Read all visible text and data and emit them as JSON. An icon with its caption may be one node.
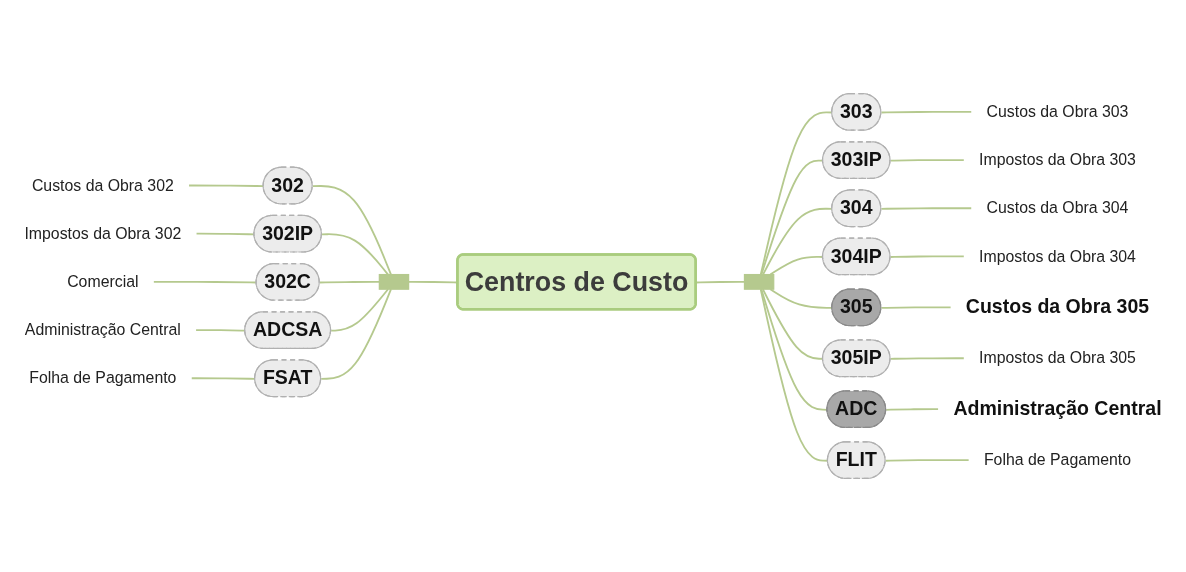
{
  "diagram": {
    "nodes": [
      {
        "text": [
          "Centros de Custo"
        ]
      },
      {
        "text": [],
        "shape": "bar"
      },
      {
        "text": [
          "303"
        ]
      },
      {
        "text": [
          "Custos da Obra 303"
        ]
      },
      {
        "text": [
          "303IP"
        ]
      },
      {
        "text": [
          "Impostos da Obra 303"
        ]
      },
      {
        "text": [
          "304"
        ]
      },
      {
        "text": [
          "Custos da Obra 304"
        ]
      },
      {
        "text": [
          "304IP"
        ]
      },
      {
        "text": [
          "Impostos da Obra 304"
        ]
      },
      {
        "text": [
          "305"
        ]
      },
      {
        "text": [
          "Custos da Obra 305"
        ]
      },
      {
        "text": [
          "305IP"
        ]
      },
      {
        "text": [
          "Impostos da Obra 305"
        ]
      },
      {
        "text": [
          "ADC"
        ]
      },
      {
        "text": [
          "Administração Central"
        ]
      },
      {
        "text": [
          "FLIT"
        ]
      },
      {
        "text": [
          "Folha de Pagamento"
        ]
      },
      {
        "text": [],
        "shape": "bar"
      },
      {
        "text": [
          "Custos da Obra 302"
        ]
      },
      {
        "text": [
          "302"
        ]
      },
      {
        "text": [
          "Impostos da Obra 302"
        ]
      },
      {
        "text": [
          "302IP"
        ]
      },
      {
        "text": [
          "Comercial"
        ]
      },
      {
        "text": [
          "302C"
        ]
      },
      {
        "text": [
          "Administração Central"
        ]
      },
      {
        "text": [
          "ADCSA"
        ]
      },
      {
        "text": [
          "Folha de Pagamento"
        ]
      },
      {
        "text": [
          "FSAT"
        ]
      }
    ],
    "edges": [
      {
        "from": 0,
        "to": 18,
        "arrow": "none"
      },
      {
        "from": 18,
        "to": 2,
        "arrow": "none"
      },
      {
        "from": 2,
        "to": 3,
        "arrow": "none"
      },
      {
        "from": 18,
        "to": 4,
        "arrow": "none"
      },
      {
        "from": 4,
        "to": 5,
        "arrow": "none"
      },
      {
        "from": 18,
        "to": 6,
        "arrow": "none"
      },
      {
        "from": 6,
        "to": 7,
        "arrow": "none"
      },
      {
        "from": 18,
        "to": 8,
        "arrow": "none"
      },
      {
        "from": 8,
        "to": 9,
        "arrow": "none"
      },
      {
        "from": 18,
        "to": 10,
        "arrow": "none"
      },
      {
        "from": 10,
        "to": 11,
        "arrow": "none"
      },
      {
        "from": 18,
        "to": 12,
        "arrow": "none"
      },
      {
        "from": 12,
        "to": 13,
        "arrow": "none"
      },
      {
        "from": 18,
        "to": 14,
        "arrow": "none"
      },
      {
        "from": 14,
        "to": 15,
        "arrow": "none"
      },
      {
        "from": 18,
        "to": 16,
        "arrow": "none"
      },
      {
        "from": 16,
        "to": 17,
        "arrow": "none"
      },
      {
        "from": 1,
        "to": 0,
        "arrow": "none"
      },
      {
        "from": 19,
        "to": 20,
        "arrow": "none"
      },
      {
        "from": 20,
        "to": 1,
        "arrow": "none"
      },
      {
        "from": 21,
        "to": 22,
        "arrow": "none"
      },
      {
        "from": 22,
        "to": 1,
        "arrow": "none"
      },
      {
        "from": 23,
        "to": 24,
        "arrow": "none"
      },
      {
        "from": 24,
        "to": 1,
        "arrow": "none"
      },
      {
        "from": 25,
        "to": 26,
        "arrow": "none"
      },
      {
        "from": 26,
        "to": 1,
        "arrow": "none"
      },
      {
        "from": 27,
        "to": 28,
        "arrow": "none"
      },
      {
        "from": 28,
        "to": 1,
        "arrow": "none"
      }
    ]
  }
}
